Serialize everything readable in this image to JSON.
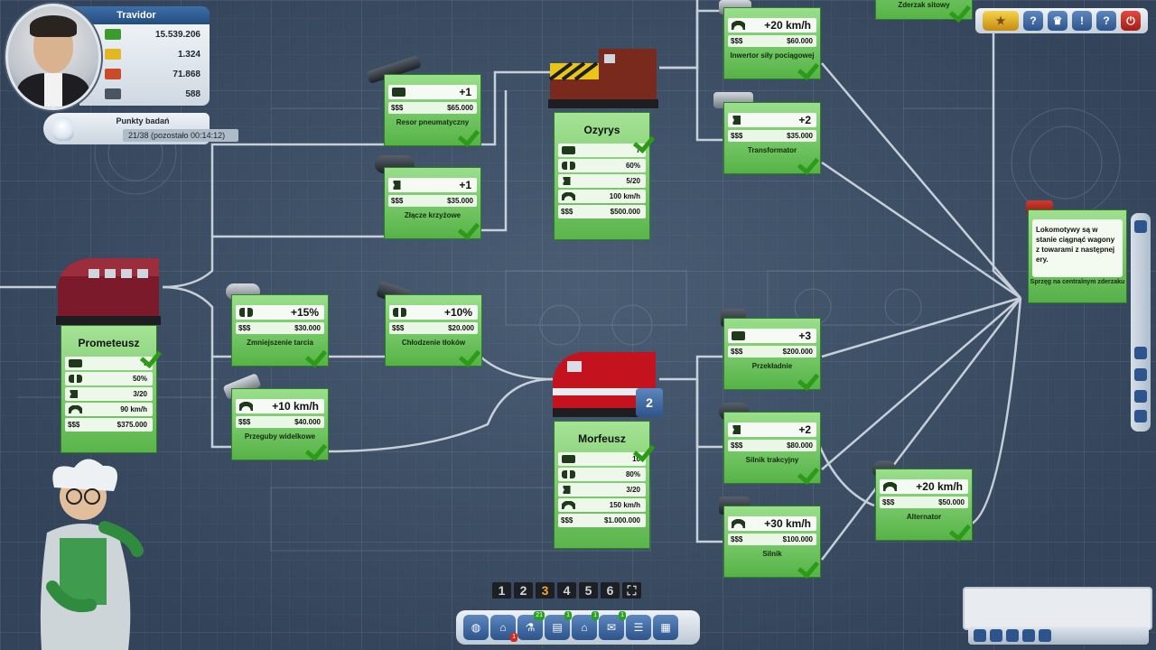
{
  "player": {
    "name": "Travidor",
    "stats": [
      {
        "icon": "money-icon",
        "value": "15.539.206"
      },
      {
        "icon": "gold-icon",
        "value": "1.324"
      },
      {
        "icon": "prestige-icon",
        "value": "71.868"
      },
      {
        "icon": "passengers-icon",
        "value": "588"
      }
    ]
  },
  "research": {
    "title": "Punkty badań",
    "progress": "21/38 (pozostało 00:14:12)"
  },
  "topbar": {
    "icons": [
      "gold-star-icon",
      "help-icon",
      "trophy-icon",
      "alert-icon",
      "info-icon",
      "power-icon"
    ]
  },
  "locos": [
    {
      "name": "Prometeusz",
      "stats": [
        "7",
        "50%",
        "3/20",
        "90 km/h",
        "$375.000"
      ]
    },
    {
      "name": "Ozyrys",
      "stats": [
        "7",
        "60%",
        "5/20",
        "100 km/h",
        "$500.000"
      ]
    },
    {
      "name": "Morfeusz",
      "stats": [
        "10",
        "80%",
        "3/20",
        "150 km/h",
        "$1.000.000"
      ],
      "badge": "2"
    }
  ],
  "cards": [
    {
      "id": "resor",
      "value": "+1",
      "price": "$65.000",
      "name": "Resor pneumatyczny"
    },
    {
      "id": "zlacze",
      "value": "+1",
      "price": "$35.000",
      "name": "Złącze krzyżowe"
    },
    {
      "id": "tarcie",
      "value": "+15%",
      "price": "$30.000",
      "name": "Zmniejszenie tarcia"
    },
    {
      "id": "tloki",
      "value": "+10%",
      "price": "$20.000",
      "name": "Chłodzenie tłoków"
    },
    {
      "id": "przeguby",
      "value": "+10 km/h",
      "price": "$40.000",
      "name": "Przeguby widelkowe"
    },
    {
      "id": "inwertor",
      "value": "+20 km/h",
      "price": "$60.000",
      "name": "Inwertor siły pociągowej"
    },
    {
      "id": "transformator",
      "value": "+2",
      "price": "$35.000",
      "name": "Transformator"
    },
    {
      "id": "przekladnie",
      "value": "+3",
      "price": "$200.000",
      "name": "Przekładnie"
    },
    {
      "id": "silnik-trakcyjny",
      "value": "+2",
      "price": "$80.000",
      "name": "Silnik trakcyjny"
    },
    {
      "id": "silnik",
      "value": "+30 km/h",
      "price": "$100.000",
      "name": "Silnik"
    },
    {
      "id": "alternator",
      "value": "+20 km/h",
      "price": "$50.000",
      "name": "Alternator"
    },
    {
      "id": "zderzak",
      "value": "",
      "price": "",
      "name": "Zderzak sitowy"
    }
  ],
  "currency_label": "$$$",
  "info": {
    "text": "Lokomotywy są w stanie ciągnąć wagony z towarami z następnej ery.",
    "caption": "Sprzęg na centralnym zderzaku"
  },
  "pages": [
    "1",
    "2",
    "3",
    "4",
    "5",
    "6"
  ],
  "active_page": "3",
  "bottom_toolbar": [
    {
      "icon": "globe-icon",
      "badge": ""
    },
    {
      "icon": "station-icon",
      "badge": "1"
    },
    {
      "icon": "lab-icon",
      "badge": "21"
    },
    {
      "icon": "train-icon",
      "badge": "1"
    },
    {
      "icon": "depot-icon",
      "badge": "1"
    },
    {
      "icon": "mail-icon",
      "badge": "1"
    },
    {
      "icon": "list-icon",
      "badge": ""
    },
    {
      "icon": "calculator-icon",
      "badge": ""
    }
  ],
  "colors": {
    "card_green": "#5ab54b",
    "check_green": "#2c9b18",
    "accent_blue": "#2d548b",
    "active_page": "#f5a623"
  }
}
